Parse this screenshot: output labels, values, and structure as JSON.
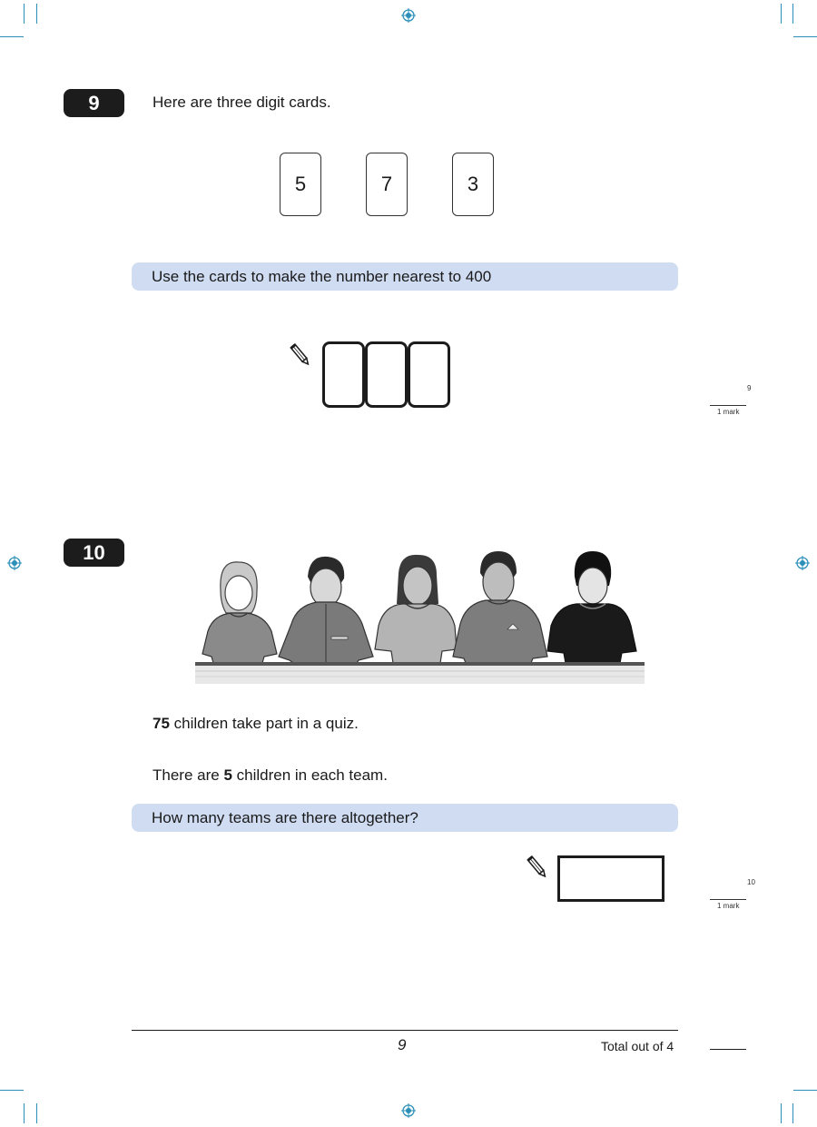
{
  "question9": {
    "number": "9",
    "intro": "Here are three digit cards.",
    "cards": [
      "5",
      "7",
      "3"
    ],
    "instruction": "Use the cards to make the number nearest to 400",
    "margin_number": "9",
    "marks": "1 mark"
  },
  "question10": {
    "number": "10",
    "line1_bold": "75",
    "line1_rest": " children take part in a quiz.",
    "line2_start": "There are ",
    "line2_bold": "5",
    "line2_rest": " children in each team.",
    "instruction": "How many teams are there altogether?",
    "margin_number": "10",
    "marks": "1 mark",
    "illustration_icon": "five-children-illustration"
  },
  "footer": {
    "page_number": "9",
    "total_label": "Total out of 4"
  },
  "colors": {
    "band": "#cfdcf2",
    "badge": "#1c1c1c",
    "crop_marks": "#2b8fb8"
  }
}
